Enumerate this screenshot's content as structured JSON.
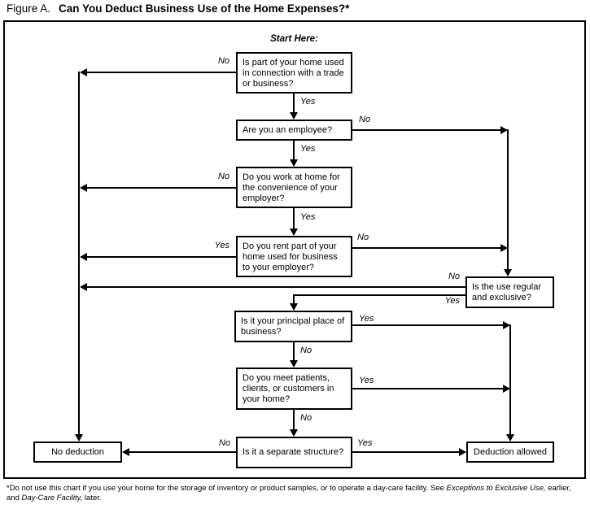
{
  "title": {
    "figure_label": "Figure A.",
    "text": "Can You Deduct Business Use of the Home Expenses?*"
  },
  "flowchart": {
    "start_label": "Start Here:",
    "boxes": {
      "trade": "Is part of your home used in connection with a trade or business?",
      "employee": "Are you an employee?",
      "convenience": "Do you work at home for the convenience of your employer?",
      "rent": "Do you rent part of your home used for business to your employer?",
      "regular_exclusive": "Is the use regular and exclusive?",
      "principal_place": "Is it your principal place of business?",
      "patients": "Do you meet patients, clients, or customers in your home?",
      "separate_structure": "Is it a separate structure?",
      "no_deduction": "No deduction",
      "deduction_allowed": "Deduction allowed"
    },
    "labels": {
      "yes": "Yes",
      "no": "No"
    }
  },
  "footnote": {
    "part1": "*Do not use this chart if you use your home for the storage of inventory or product samples, or to operate a day-care facility. See ",
    "italic1": "Exceptions to Exclusive Use,",
    "part2": " earlier, and ",
    "italic2": "Day-Care Facility,",
    "part3": " later."
  }
}
